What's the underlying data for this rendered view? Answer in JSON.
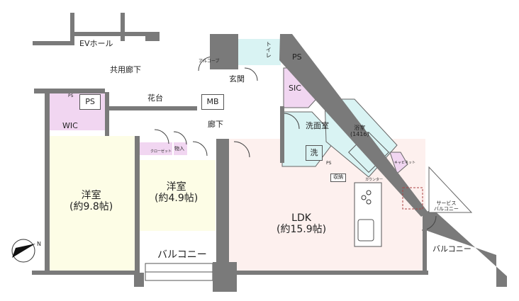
{
  "floorplan": {
    "exterior": {
      "ev_hall": "EVホール",
      "common_corridor": "共用廊下",
      "flower_bed": "花台"
    },
    "rooms": {
      "western_room_1": {
        "name": "洋室",
        "size": "(約9.8帖)"
      },
      "western_room_2": {
        "name": "洋室",
        "size": "(約4.9帖)"
      },
      "ldk": {
        "name": "LDK",
        "size": "(約15.9帖)"
      },
      "entrance": "玄関",
      "hallway": "廊下",
      "toilet": "トイレ",
      "sic": "SIC",
      "washroom": "洗面室",
      "washer": "洗",
      "bathroom": {
        "name": "浴室",
        "size": "(1416)"
      },
      "wic": "WIC",
      "balcony_1": "バルコニー",
      "balcony_2": "バルコニー",
      "service_balcony": "サービス\nバルコニー"
    },
    "fixtures": {
      "ps_1": "PS",
      "ps_2": "PS",
      "ps_3": "PS",
      "ps_4": "PS",
      "mb": "MB",
      "alcove": "アルコーブ",
      "closet": "クローゼット",
      "storage": "物入",
      "storage_2": "収納",
      "counter": "カウンター",
      "cabinet": "キャビネット"
    },
    "compass": {
      "label": "N"
    },
    "colors": {
      "wall": "#7a7a7a",
      "western_room": "#fdfde6",
      "ldk": "#fdf0ee",
      "wet_area": "#d9f3f3",
      "storage": "#f1d6f1",
      "white": "#ffffff"
    }
  }
}
